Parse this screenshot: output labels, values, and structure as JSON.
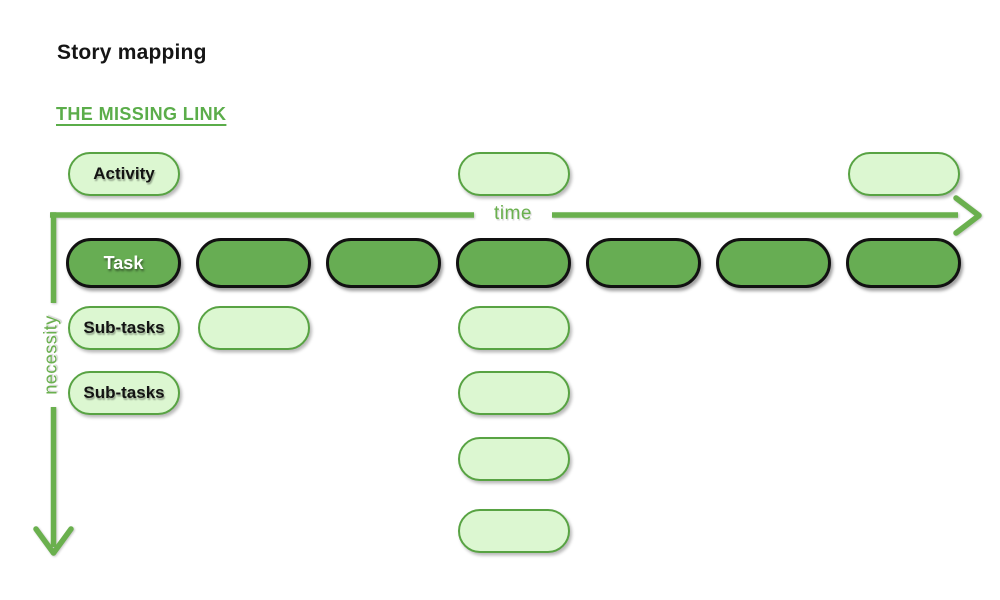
{
  "page": {
    "title": "Story mapping",
    "subtitle": "THE MISSING LINK"
  },
  "axes": {
    "x_label": "time",
    "y_label": "necessity"
  },
  "colors": {
    "axis_green": "#6ab04e",
    "heading_green": "#5bad4a",
    "card_dark_fill": "#67ad53",
    "card_light_fill": "#dcf7d1",
    "card_light_border": "#58a343",
    "card_dark_border": "#121212",
    "title_text": "#151515"
  },
  "board": {
    "columns": 7,
    "rows": [
      {
        "id": "activity",
        "cards": [
          {
            "col": 1,
            "label": "Activity",
            "variant": "light"
          },
          {
            "col": 4,
            "label": "",
            "variant": "light"
          },
          {
            "col": 7,
            "label": "",
            "variant": "light"
          }
        ]
      },
      {
        "id": "task",
        "cards": [
          {
            "col": 1,
            "label": "Task",
            "variant": "dark"
          },
          {
            "col": 2,
            "label": "",
            "variant": "dark"
          },
          {
            "col": 3,
            "label": "",
            "variant": "dark"
          },
          {
            "col": 4,
            "label": "",
            "variant": "dark"
          },
          {
            "col": 5,
            "label": "",
            "variant": "dark"
          },
          {
            "col": 6,
            "label": "",
            "variant": "dark"
          },
          {
            "col": 7,
            "label": "",
            "variant": "dark"
          }
        ]
      },
      {
        "id": "subtasks-1",
        "cards": [
          {
            "col": 1,
            "label": "Sub-tasks",
            "variant": "light"
          },
          {
            "col": 2,
            "label": "",
            "variant": "light"
          },
          {
            "col": 4,
            "label": "",
            "variant": "light"
          }
        ]
      },
      {
        "id": "subtasks-2",
        "cards": [
          {
            "col": 1,
            "label": "Sub-tasks",
            "variant": "light"
          },
          {
            "col": 4,
            "label": "",
            "variant": "light"
          }
        ]
      },
      {
        "id": "subtasks-3",
        "cards": [
          {
            "col": 4,
            "label": "",
            "variant": "light"
          }
        ]
      },
      {
        "id": "subtasks-4",
        "cards": [
          {
            "col": 4,
            "label": "",
            "variant": "light"
          }
        ]
      }
    ]
  }
}
